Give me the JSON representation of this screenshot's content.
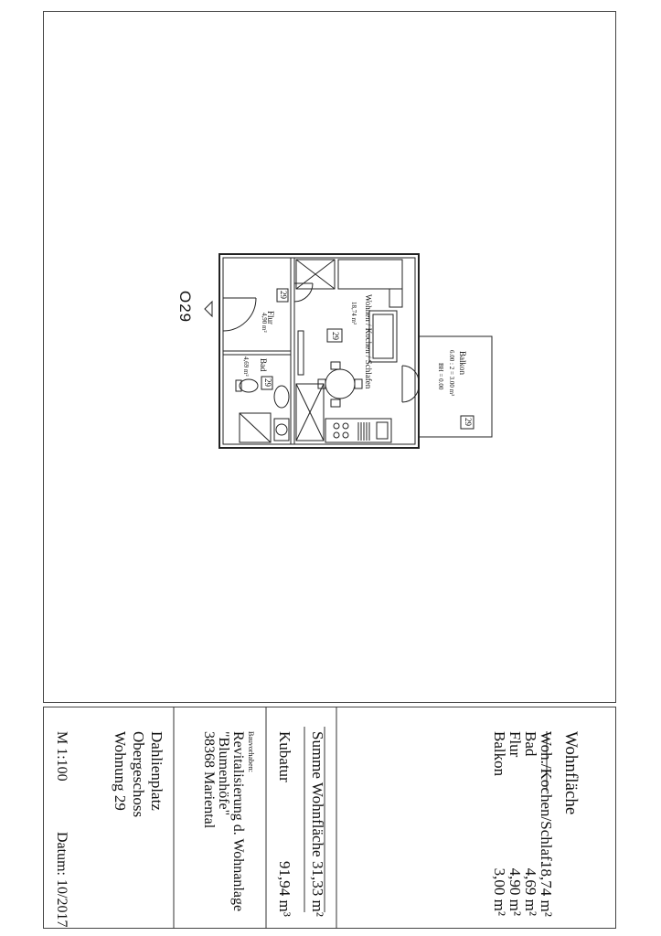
{
  "apartment_marker": "O29",
  "plan": {
    "rooms": [
      {
        "name": "Wohnen / Kochen / Schlafen",
        "area": "18,74 m²",
        "number": "29"
      },
      {
        "name": "Flur",
        "area": "4,90 m²",
        "number": "29"
      },
      {
        "name": "Bad",
        "area": "4,69 m²",
        "number": "29"
      }
    ],
    "balcony": {
      "name": "Balkon",
      "formula": "6.00 : 2 = 3.00 m²",
      "height": "BH = 0.00",
      "number": "29"
    }
  },
  "table": {
    "heading": "Wohnfläche",
    "rows": [
      {
        "label": "Woh./Kochen/Schlaf.",
        "value": "18,74 m²"
      },
      {
        "label": "Bad",
        "value": "4,69 m²"
      },
      {
        "label": "Flur",
        "value": "4,90 m²"
      },
      {
        "label": "Balkon",
        "value": "3,00 m²"
      }
    ],
    "sum_label": "Summe Wohnfläche",
    "sum_value": "31,33 m²",
    "kubatur_label": "Kubatur",
    "kubatur_value": "91,94 m³"
  },
  "project": {
    "caption": "Bauvorhaben:",
    "lines": [
      "Revitalisierung d. Wohnanlage",
      "\"Blumenhöfe\"",
      "38368 Mariental"
    ]
  },
  "location": {
    "lines": [
      "Dahlienplatz",
      "Obergeschoss",
      "Wohnung 29"
    ]
  },
  "scale": "M 1:100",
  "date": "Datum: 10/2017"
}
